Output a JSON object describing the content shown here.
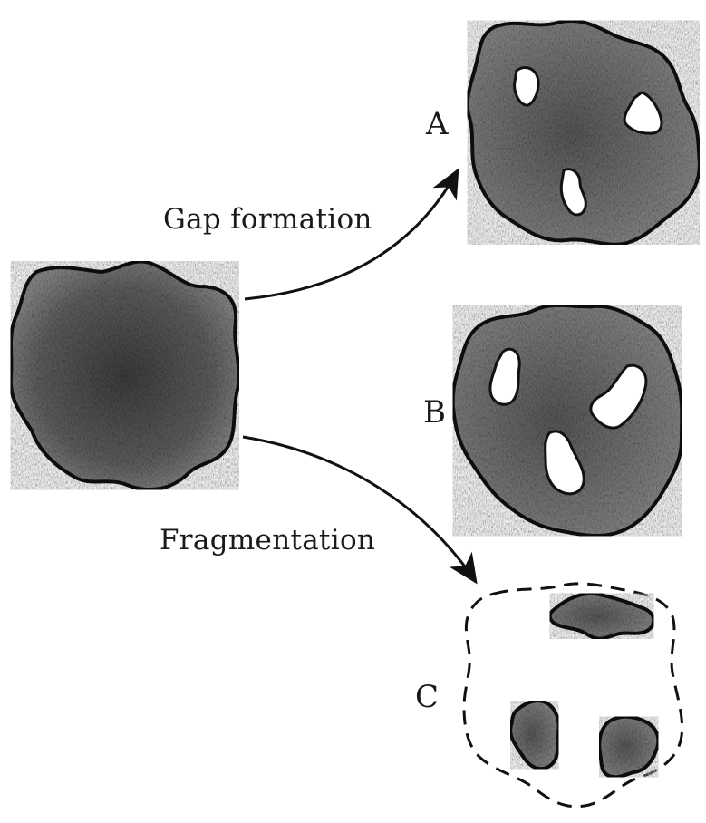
{
  "labels": {
    "arrow_top": "Gap formation",
    "arrow_bottom": "Fragmentation",
    "panel_a": "A",
    "panel_b": "B",
    "panel_c": "C"
  },
  "colors": {
    "patch_fill": "#6e6e6e",
    "patch_edge": "#111111",
    "gap_fill": "#ffffff",
    "background": "#ffffff"
  }
}
